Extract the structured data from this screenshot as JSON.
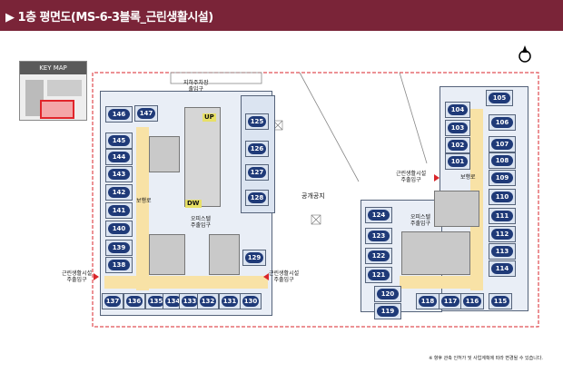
{
  "header": {
    "title": "▶ 1층 평면도(MS-6-3블록_근린생활시설)"
  },
  "keymap": {
    "label": "KEY MAP"
  },
  "labels": {
    "parking_entrance": [
      "지하주차장",
      "출입구"
    ],
    "walkway_left": "보행로",
    "walkway_right": "보행로",
    "plaza": "공개공지",
    "escalator_up": "UP",
    "escalator_down": "DW",
    "left_entrance": [
      "근린생활시설",
      "주출입구"
    ],
    "bottom_entrance": [
      "근린생활시설",
      "주출입구"
    ],
    "right_entrance": [
      "근린생활시설",
      "주출입구"
    ],
    "office_entrance_right": [
      "오피스텔",
      "주출입구"
    ],
    "office_entrance_mid": [
      "오피스텔",
      "주출입구"
    ]
  },
  "units": {
    "left_column": [
      "146",
      "145",
      "144",
      "143",
      "142",
      "141",
      "140",
      "139",
      "138"
    ],
    "bottom_row": [
      "137",
      "136",
      "135",
      "134",
      "133",
      "132",
      "131",
      "130"
    ],
    "center_column": [
      "125",
      "126",
      "127",
      "128"
    ],
    "right_inner": [
      "124",
      "123",
      "122",
      "121",
      "120",
      "119"
    ],
    "right_bottom": [
      "118",
      "117",
      "116",
      "115"
    ],
    "right_column": [
      "105",
      "106",
      "107",
      "108",
      "109",
      "110",
      "111",
      "112",
      "113",
      "114"
    ],
    "right_inner_top": [
      "104",
      "103",
      "102",
      "101"
    ],
    "misc": [
      "147",
      "129"
    ]
  },
  "footnote": "※ 향후 관축 인허가 및 사업계획에 따라 변경될 수 있습니다.",
  "colors": {
    "header": "#7a2438",
    "unit": "#dbe4f1",
    "label": "#1f3a78",
    "corridor": "#f8e2a6",
    "boundary": "#d9262b"
  }
}
